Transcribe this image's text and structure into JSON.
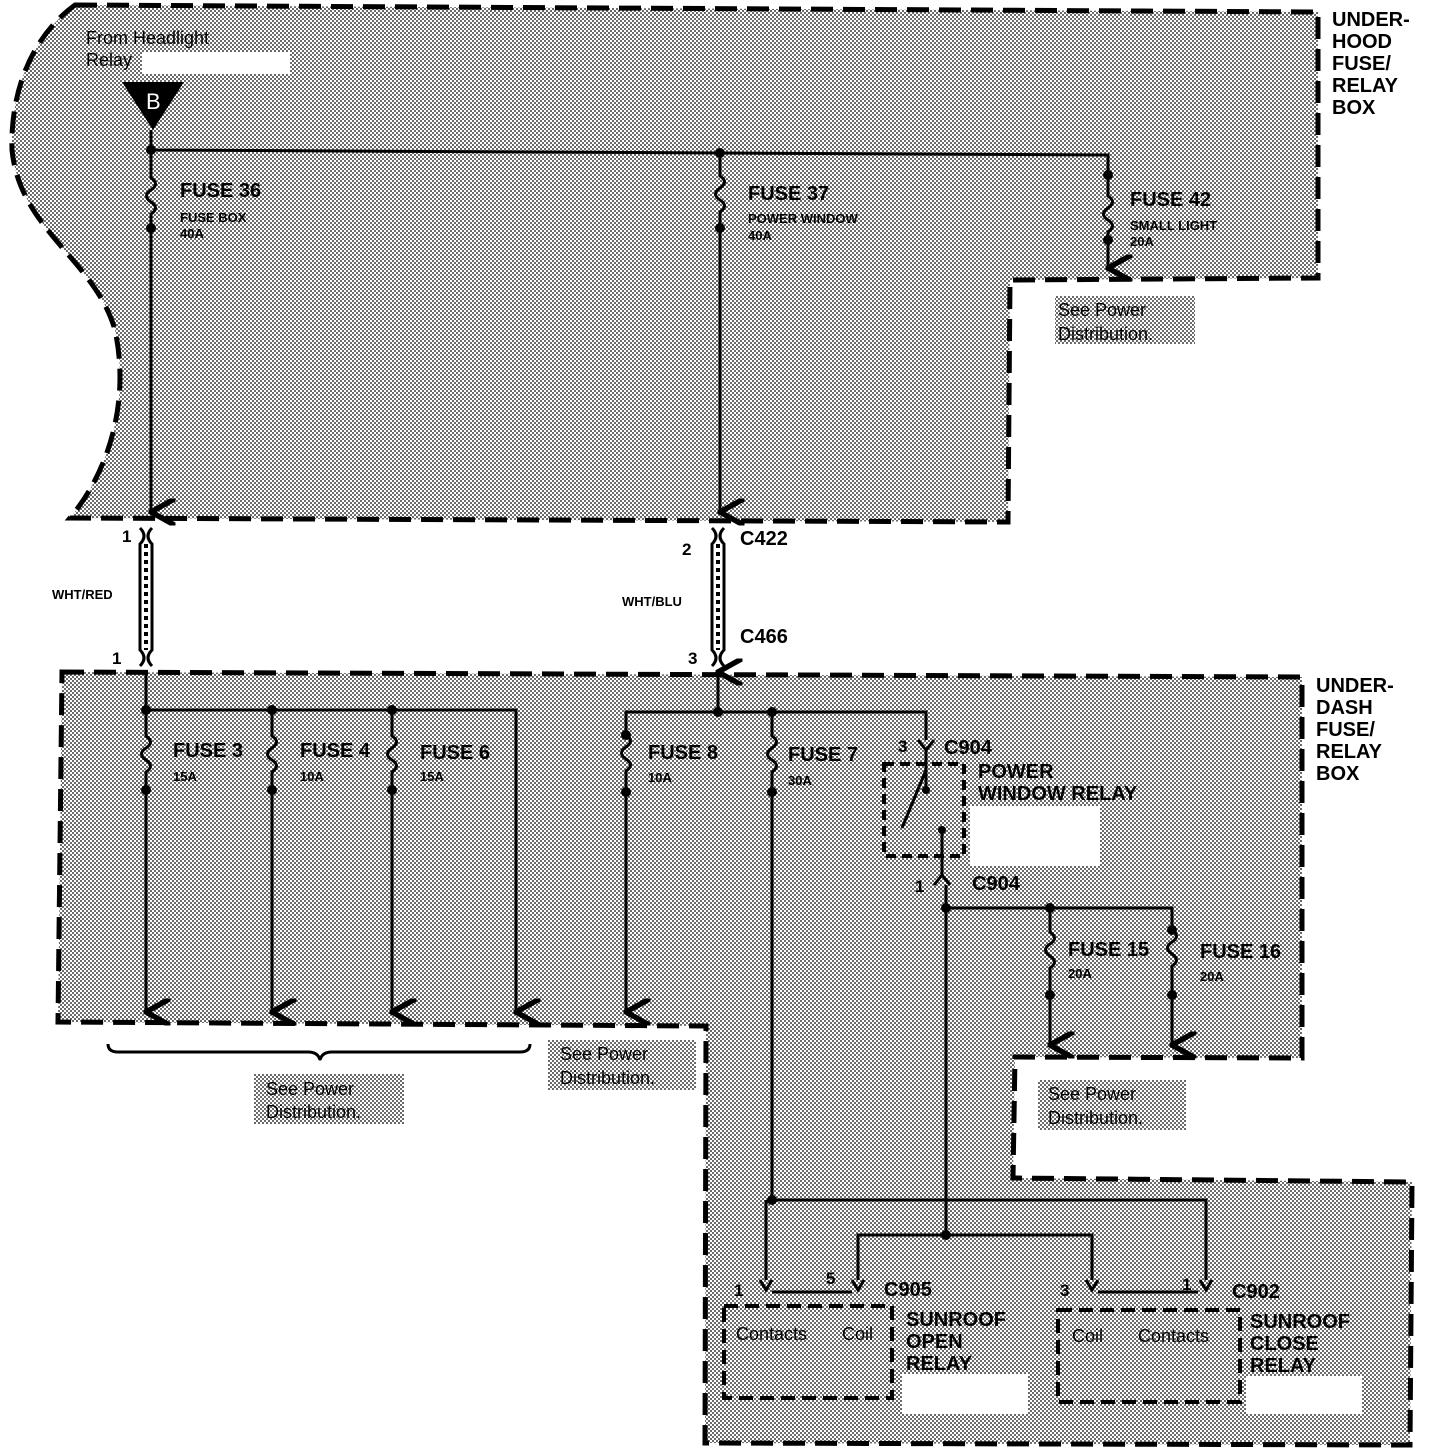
{
  "colors": {
    "ink": "#000000",
    "paper": "#ffffff",
    "shade": "#c8c8c8"
  },
  "underhood": {
    "box_label": [
      "UNDER-",
      "HOOD",
      "FUSE/",
      "RELAY",
      "BOX"
    ],
    "source": [
      "From Headlight",
      "Relay"
    ],
    "terminal": "B",
    "fuses": [
      {
        "name": "FUSE 36",
        "circuit": "FUSE BOX",
        "rating": "40A"
      },
      {
        "name": "FUSE 37",
        "circuit": "POWER WINDOW",
        "rating": "40A"
      },
      {
        "name": "FUSE 42",
        "circuit": "SMALL LIGHT",
        "rating": "20A"
      }
    ],
    "note": [
      "See Power",
      "Distribution."
    ]
  },
  "connectors": {
    "c422": "C422",
    "c466": "C466",
    "pin_left_top": "1",
    "pin_right_top": "2",
    "pin_left_bottom": "1",
    "pin_right_bottom": "3",
    "wire_left": "WHT/RED",
    "wire_right": "WHT/BLU"
  },
  "underdash": {
    "box_label": [
      "UNDER-",
      "DASH",
      "FUSE/",
      "RELAY",
      "BOX"
    ],
    "fuses": [
      {
        "name": "FUSE 3",
        "rating": "15A"
      },
      {
        "name": "FUSE 4",
        "rating": "10A"
      },
      {
        "name": "FUSE 6",
        "rating": "15A"
      },
      {
        "name": "FUSE 8",
        "rating": "10A"
      },
      {
        "name": "FUSE 7",
        "rating": "30A"
      },
      {
        "name": "FUSE 15",
        "rating": "20A"
      },
      {
        "name": "FUSE 16",
        "rating": "20A"
      }
    ],
    "relay": {
      "name": [
        "POWER",
        "WINDOW RELAY"
      ],
      "pin_top": "3",
      "pin_bottom": "1",
      "connector": "C904"
    },
    "notes": {
      "left": [
        "See Power",
        "Distribution."
      ],
      "mid": [
        "See Power",
        "Distribution."
      ],
      "right": [
        "See Power",
        "Distribution."
      ]
    }
  },
  "sunroof": {
    "open_relay": {
      "name": [
        "SUNROOF",
        "OPEN",
        "RELAY"
      ],
      "left_label": "Contacts",
      "right_label": "Coil",
      "pin_a": "1",
      "pin_b": "5",
      "connector": "C905"
    },
    "close_relay": {
      "name": [
        "SUNROOF",
        "CLOSE",
        "RELAY"
      ],
      "left_label": "Coil",
      "right_label": "Contacts",
      "pin_a": "3",
      "pin_b": "1",
      "connector": "C902"
    }
  }
}
